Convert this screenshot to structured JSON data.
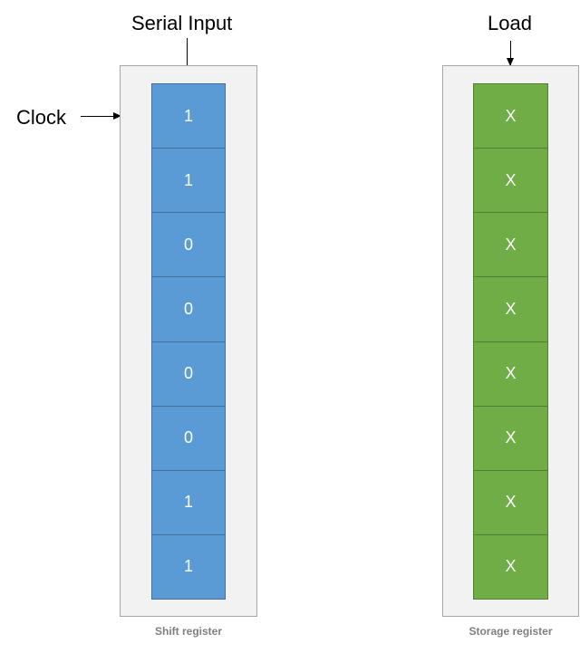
{
  "labels": {
    "serial_input": "Serial Input",
    "load": "Load",
    "clock": "Clock"
  },
  "shift_register": {
    "caption": "Shift register",
    "cells": [
      "1",
      "1",
      "0",
      "0",
      "0",
      "0",
      "1",
      "1"
    ],
    "fill_color": "#5b9bd5"
  },
  "storage_register": {
    "caption": "Storage register",
    "cells": [
      "X",
      "X",
      "X",
      "X",
      "X",
      "X",
      "X",
      "X"
    ],
    "fill_color": "#70ad47"
  }
}
